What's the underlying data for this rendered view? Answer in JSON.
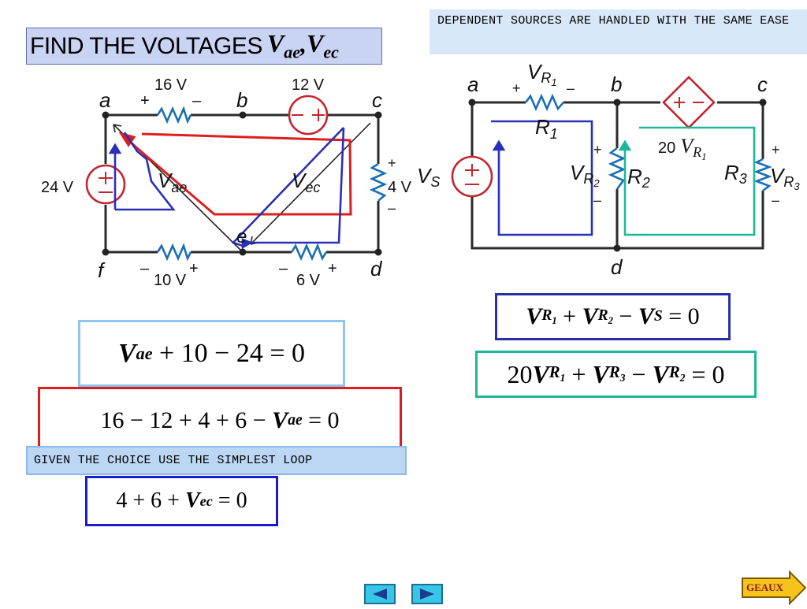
{
  "title": {
    "text": "FIND THE VOLTAGES",
    "v1": "V",
    "v1_sub": "ae",
    "sep": ",",
    "v2": "V",
    "v2_sub": "ec"
  },
  "notes": {
    "dependent": "DEPENDENT SOURCES ARE HANDLED WITH THE SAME EASE",
    "simplest": "GIVEN THE CHOICE USE THE SIMPLEST LOOP"
  },
  "left_circuit": {
    "nodes": {
      "a": "a",
      "b": "b",
      "c": "c",
      "d": "d",
      "e": "e",
      "f": "f"
    },
    "r_ab": {
      "value": "16 V",
      "plus": "+",
      "minus": "–"
    },
    "src_bc": {
      "value": "12 V"
    },
    "r_cd": {
      "value": "4 V",
      "plus": "+",
      "minus": "–"
    },
    "r_ed": {
      "value": "6 V",
      "plus": "+",
      "minus": "–"
    },
    "r_fe": {
      "value": "10 V",
      "plus": "+",
      "minus": "–"
    },
    "src_af": {
      "value": "24 V"
    },
    "v_ae": {
      "v": "V",
      "sub": "ae"
    },
    "v_ec": {
      "v": "V",
      "sub": "ec"
    }
  },
  "right_circuit": {
    "nodes": {
      "a": "a",
      "b": "b",
      "c": "c",
      "d": "d"
    },
    "vs": {
      "v": "V",
      "sub": "S"
    },
    "r1": {
      "name": "R",
      "sub": "1",
      "plus": "+",
      "minus": "–",
      "v": "V",
      "vsub": "R",
      "vsub2": "1"
    },
    "r2": {
      "name": "R",
      "sub": "2",
      "plus": "+",
      "minus": "–",
      "v": "V",
      "vsub": "R",
      "vsub2": "2"
    },
    "r3": {
      "name": "R",
      "sub": "3",
      "plus": "+",
      "minus": "–",
      "v": "V",
      "vsub": "R",
      "vsub2": "3"
    },
    "dep": {
      "coef": "20",
      "v": "V",
      "vsub": "R",
      "vsub2": "1",
      "plus": "+",
      "minus": "–"
    }
  },
  "equations": {
    "eq1": {
      "a": "V",
      "a_sub": "ae",
      "rest": " + 10 − 24 = 0"
    },
    "eq2": {
      "pre": "16 − 12 + 4 + 6 − ",
      "v": "V",
      "v_sub": "ae",
      "post": " = 0"
    },
    "eq3": {
      "pre": "4 + 6 + ",
      "v": "V",
      "v_sub": "ec",
      "post": " = 0"
    },
    "eq4": {
      "t1": "V",
      "t1_sub": "R",
      "t1_sub2": "1",
      "op1": " + ",
      "t2": "V",
      "t2_sub": "R",
      "t2_sub2": "2",
      "op2": " − ",
      "t3": "V",
      "t3_sub": "S",
      "post": " = 0"
    },
    "eq5": {
      "coef": "20",
      "t1": "V",
      "t1_sub": "R",
      "t1_sub2": "1",
      "op1": " + ",
      "t2": "V",
      "t2_sub": "R",
      "t2_sub2": "3",
      "op2": " − ",
      "t3": "V",
      "t3_sub": "R",
      "t3_sub2": "2",
      "post": " = 0"
    }
  },
  "nav": {
    "geaux": "GEAUX"
  },
  "colors": {
    "red": "#dd1e1e",
    "blue": "#2a2fb8",
    "teal": "#1fb79a",
    "resistor": "#1a6fb4",
    "nav": "#36c6e8"
  }
}
